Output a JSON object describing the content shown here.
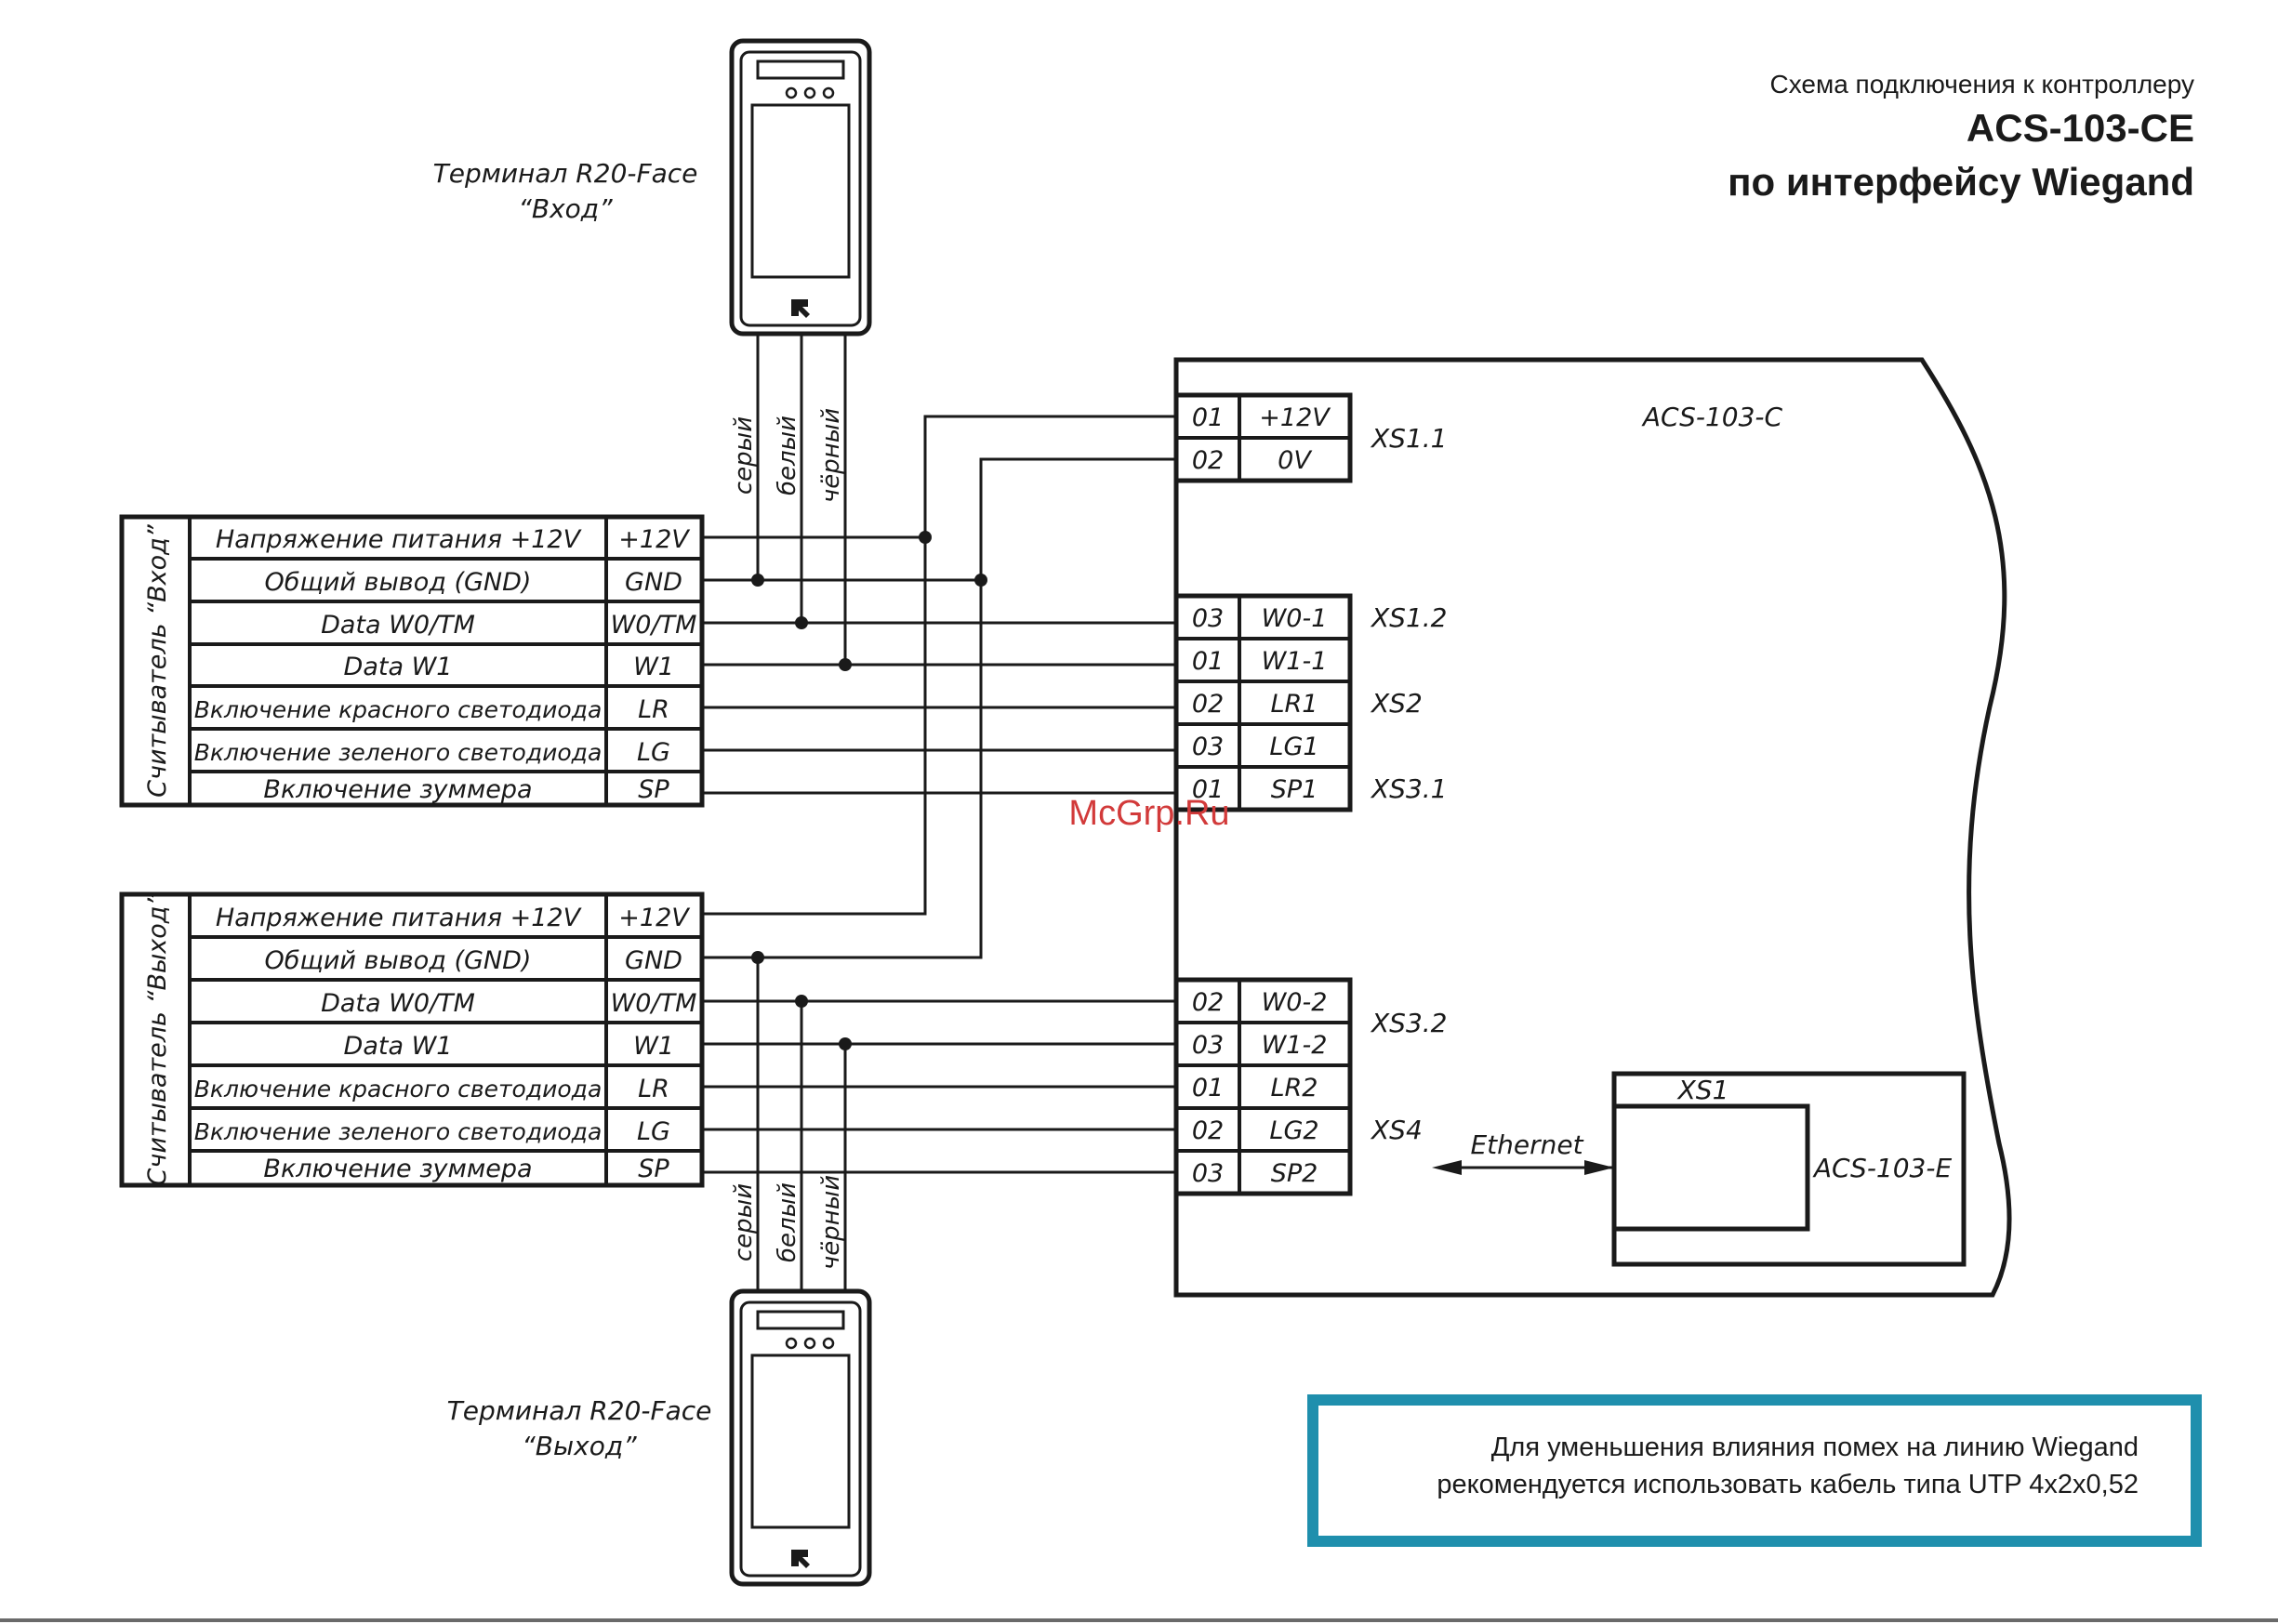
{
  "title": {
    "line1": "Схема подключения к контроллеру",
    "line2": "ACS-103-CE",
    "line3": "по интерфейсу Wiegand"
  },
  "terminal_entry": {
    "name": "Терминал R20-Face",
    "sub": "“Вход”"
  },
  "terminal_exit": {
    "name": "Терминал R20-Face",
    "sub": "“Выход”"
  },
  "wire_colors": {
    "c1": "серый",
    "c2": "белый",
    "c3": "чёрный"
  },
  "reader_entry": {
    "title": "Считыватель “Вход”",
    "rows": [
      {
        "desc": "Напряжение питания +12V",
        "sig": "+12V"
      },
      {
        "desc": "Общий вывод (GND)",
        "sig": "GND"
      },
      {
        "desc": "Data W0/TM",
        "sig": "W0/TM"
      },
      {
        "desc": "Data W1",
        "sig": "W1"
      },
      {
        "desc": "Включение красного светодиода",
        "sig": "LR"
      },
      {
        "desc": "Включение зеленого светодиода",
        "sig": "LG"
      },
      {
        "desc": "Включение зуммера",
        "sig": "SP"
      }
    ]
  },
  "reader_exit": {
    "title": "Считыватель “Выход”",
    "rows": [
      {
        "desc": "Напряжение питания +12V",
        "sig": "+12V"
      },
      {
        "desc": "Общий вывод (GND)",
        "sig": "GND"
      },
      {
        "desc": "Data W0/TM",
        "sig": "W0/TM"
      },
      {
        "desc": "Data W1",
        "sig": "W1"
      },
      {
        "desc": "Включение красного светодиода",
        "sig": "LR"
      },
      {
        "desc": "Включение зеленого светодиода",
        "sig": "LG"
      },
      {
        "desc": "Включение зуммера",
        "sig": "SP"
      }
    ]
  },
  "controller": {
    "name": "ACS-103-C",
    "terminals_top": [
      {
        "pin": "01",
        "sig": "+12V"
      },
      {
        "pin": "02",
        "sig": "0V"
      },
      {
        "pin": "03",
        "sig": "W0-1"
      },
      {
        "pin": "01",
        "sig": "W1-1"
      },
      {
        "pin": "02",
        "sig": "LR1"
      },
      {
        "pin": "03",
        "sig": "LG1"
      },
      {
        "pin": "01",
        "sig": "SP1"
      }
    ],
    "terminals_bottom": [
      {
        "pin": "02",
        "sig": "W0-2"
      },
      {
        "pin": "03",
        "sig": "W1-2"
      },
      {
        "pin": "01",
        "sig": "LR2"
      },
      {
        "pin": "02",
        "sig": "LG2"
      },
      {
        "pin": "03",
        "sig": "SP2"
      }
    ],
    "connectors": {
      "xs11": "XS1.1",
      "xs12": "XS1.2",
      "xs2": "XS2",
      "xs31": "XS3.1",
      "xs32": "XS3.2",
      "xs4": "XS4"
    }
  },
  "module": {
    "name": "ACS-103-E",
    "connector": "XS1"
  },
  "ethernet": "Ethernet",
  "watermark": "McGrp.Ru",
  "note": {
    "line1": "Для уменьшения влияния помех на линию Wiegand",
    "line2": "рекомендуется использовать кабель типа UTP 4x2x0,52"
  },
  "colors": {
    "note_border": "#1f8fad",
    "watermark": "#d23a3a",
    "ink": "#1a1a1a"
  }
}
